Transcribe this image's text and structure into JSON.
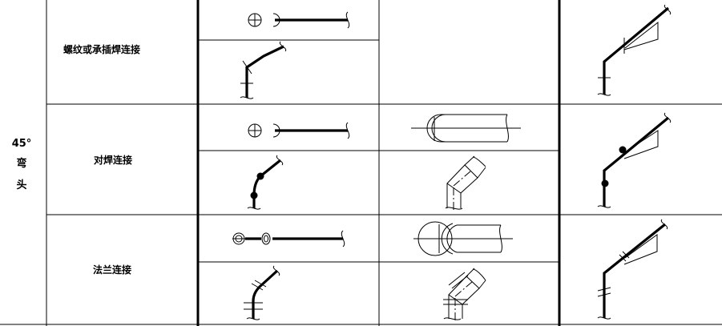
{
  "table": {
    "category_label": "45°\n弯\n头",
    "category_line1": "45°",
    "category_line2": "弯",
    "category_line3": "头",
    "rows": [
      {
        "connection": "螺纹或承插焊连接"
      },
      {
        "connection": "对焊连接"
      },
      {
        "connection": "法兰连接"
      }
    ]
  },
  "colors": {
    "line": "#000000",
    "background": "#ffffff"
  }
}
